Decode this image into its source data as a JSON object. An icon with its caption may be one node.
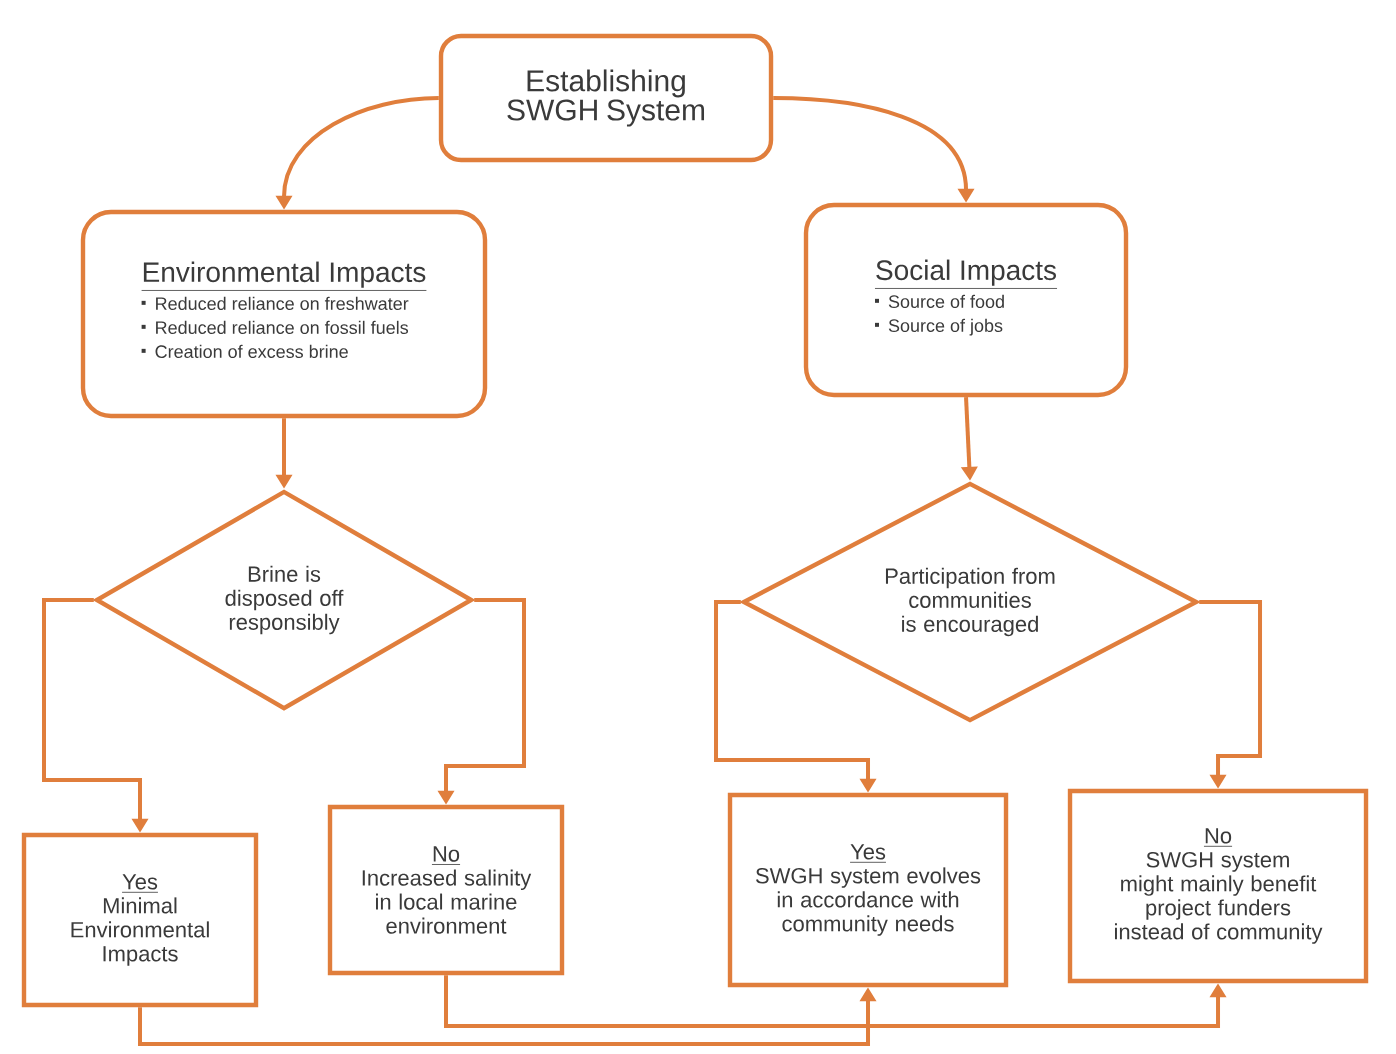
{
  "diagram": {
    "nodes": [
      {
        "text": [
          "Establishing SWGH System"
        ]
      },
      {
        "text": [
          "Environmental Impacts",
          "Reduced reliance on freshwater",
          "Reduced reliance on fossil fuels",
          "Creation of excess brine"
        ]
      },
      {
        "text": [
          "Social Impacts",
          "Source of food",
          "Source of jobs"
        ]
      },
      {
        "text": [
          "Brine is disposed off responsibly"
        ]
      },
      {
        "text": [
          "Participation from communities is encouraged"
        ]
      },
      {
        "text": [
          "Yes",
          "Minimal Environmental Impacts"
        ]
      },
      {
        "text": [
          "No",
          "Increased salinity in local marine environment"
        ]
      },
      {
        "text": [
          "Yes",
          "SWGH system evolves in accordance with community needs"
        ]
      },
      {
        "text": [
          "No",
          "SWGH system might mainly benefit project funders instead of community"
        ]
      }
    ],
    "edges": [
      {
        "from": 0,
        "to": 1,
        "arrow": "to"
      },
      {
        "from": 0,
        "to": 2,
        "arrow": "to"
      },
      {
        "from": 1,
        "to": 3,
        "arrow": "to"
      },
      {
        "from": 2,
        "to": 4,
        "arrow": "to"
      },
      {
        "from": 3,
        "to": 5,
        "arrow": "to"
      },
      {
        "from": 3,
        "to": 6,
        "arrow": "to"
      },
      {
        "from": 4,
        "to": 7,
        "arrow": "to"
      },
      {
        "from": 4,
        "to": 8,
        "arrow": "to"
      },
      {
        "from": 5,
        "to": 7,
        "arrow": "to"
      },
      {
        "from": 6,
        "to": 8,
        "arrow": "to"
      }
    ]
  }
}
